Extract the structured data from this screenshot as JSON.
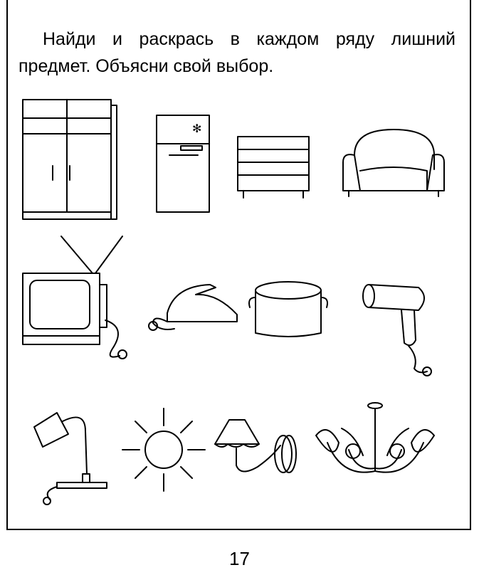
{
  "task": {
    "text": "Найди и раскрась в каждом ряду лишний предмет. Объясни свой выбор."
  },
  "rows": [
    {
      "items": [
        "wardrobe",
        "refrigerator",
        "chest-of-drawers",
        "armchair"
      ]
    },
    {
      "items": [
        "tv",
        "iron",
        "pot",
        "hair-dryer"
      ]
    },
    {
      "items": [
        "desk-lamp",
        "sun",
        "wall-lamp",
        "chandelier"
      ]
    }
  ],
  "page_number": "17"
}
